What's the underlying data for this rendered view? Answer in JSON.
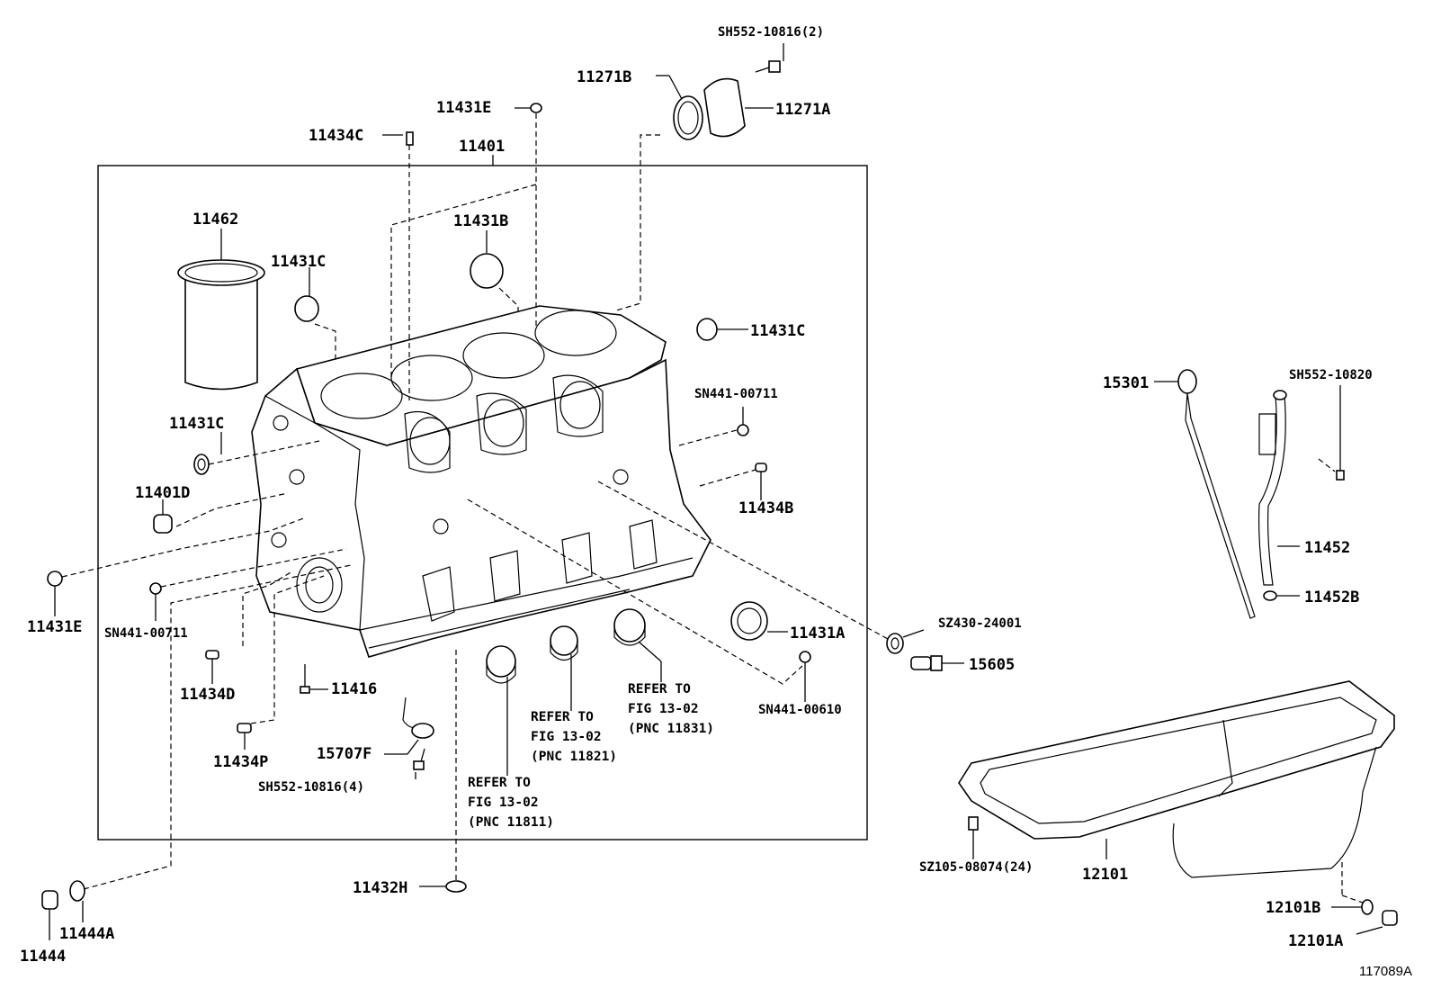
{
  "diagram_id": "117089A",
  "labels": {
    "p11401": "11401",
    "p11462": "11462",
    "p11431c_top": "11431C",
    "p11431b": "11431B",
    "p11434c": "11434C",
    "p11431e_top": "11431E",
    "p11271b": "11271B",
    "p11271a": "11271A",
    "sh552_10816_2": "SH552-10816(2)",
    "p11431c_right": "11431C",
    "sn441_00711_right": "SN441-00711",
    "p11434b": "11434B",
    "p11431c_left": "11431C",
    "p11401d": "11401D",
    "p11431e_left": "11431E",
    "sn441_00711_left": "SN441-00711",
    "p11434d": "11434D",
    "p11416": "11416",
    "p11434p": "11434P",
    "p15707f": "15707F",
    "sh552_10816_4": "SH552-10816(4)",
    "p11431a": "11431A",
    "sn441_00610": "SN441-00610",
    "sz430_24001": "SZ430-24001",
    "p15605": "15605",
    "p15301": "15301",
    "sh552_10820": "SH552-10820",
    "p11452": "11452",
    "p11452b": "11452B",
    "sz105_08074_24": "SZ105-08074(24)",
    "p12101": "12101",
    "p12101b": "12101B",
    "p12101a": "12101A",
    "p11432h": "11432H",
    "p11444": "11444",
    "p11444a": "11444A"
  },
  "references": {
    "ref1_l1": "REFER TO",
    "ref1_l2": "FIG 13-02",
    "ref1_l3": "(PNC 11811)",
    "ref2_l1": "REFER TO",
    "ref2_l2": "FIG 13-02",
    "ref2_l3": "(PNC 11821)",
    "ref3_l1": "REFER TO",
    "ref3_l2": "FIG 13-02",
    "ref3_l3": "(PNC 11831)"
  }
}
